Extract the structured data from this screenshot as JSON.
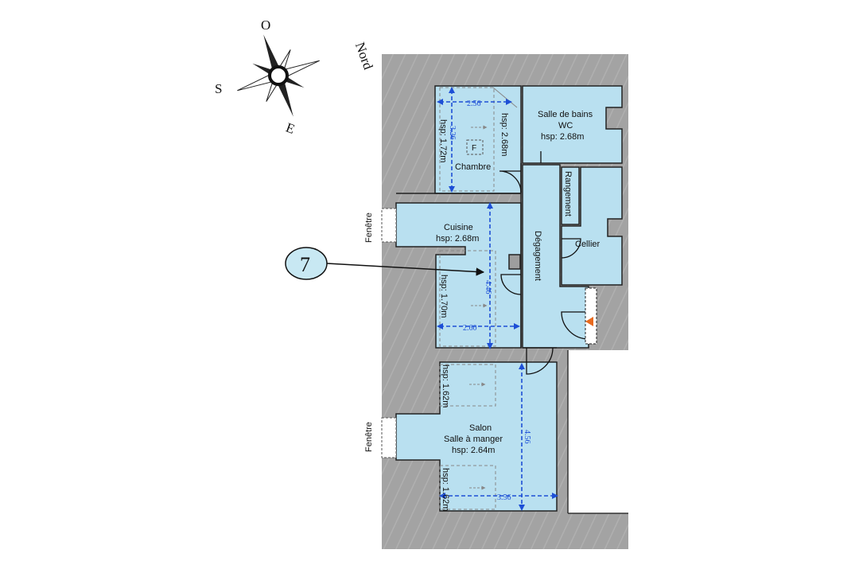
{
  "compass": {
    "north": "Nord",
    "west": "O",
    "south": "S",
    "east": "E"
  },
  "rooms": {
    "chambre": {
      "name": "Chambre",
      "hsp_low": "hsp: 1.72m",
      "hsp_high": "hsp: 2.68m",
      "dim_w": "2.56",
      "dim_h": "3.26",
      "fixture": "F"
    },
    "sdb": {
      "name_line1": "Salle de bains",
      "name_line2": "WC",
      "hsp": "hsp: 2.68m"
    },
    "rangement": {
      "name": "Rangement"
    },
    "cellier": {
      "name": "Cellier"
    },
    "degagement": {
      "name": "Dégagement"
    },
    "cuisine": {
      "name": "Cuisine",
      "hsp": "hsp: 2.68m",
      "hsp_low": "hsp: 1.70m",
      "dim_h": "4.46",
      "dim_w": "2.60"
    },
    "salon": {
      "name_line1": "Salon",
      "name_line2": "Salle à manger",
      "hsp": "hsp: 2.64m",
      "hsp_low_top": "hsp: 1.62m",
      "hsp_low_bottom": "hsp: 1.62m",
      "dim_h": "4.56",
      "dim_w": "3.56"
    }
  },
  "windows": {
    "top": "Fenêtre",
    "bottom": "Fenêtre"
  },
  "marker": {
    "number": "7"
  },
  "colors": {
    "room": "#b9e0f0",
    "wall": "#9e9e9e",
    "dimension": "#1d4fd6",
    "entry": "#e86a1e"
  }
}
